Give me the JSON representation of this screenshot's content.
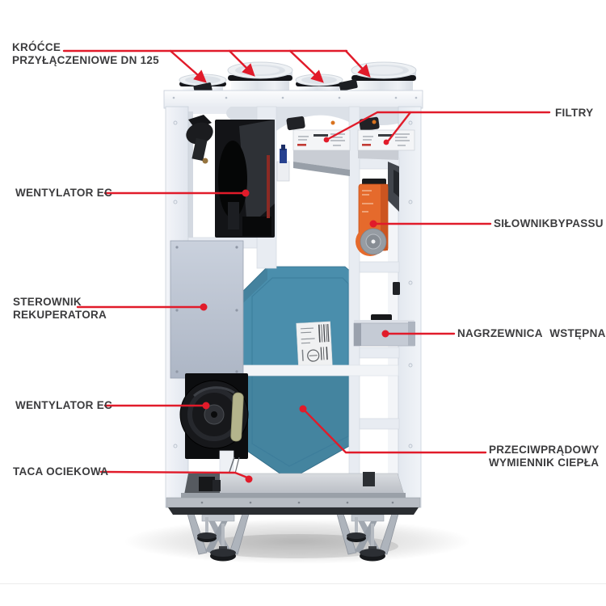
{
  "figure": {
    "type": "technical cutaway diagram",
    "subject": "Rekuperator - heat recovery ventilation unit with labeled internal components",
    "background": "#ffffff"
  },
  "colors": {
    "callout_red": "#e11b2a",
    "label_text": "#3c3c3e",
    "exchanger_teal": "#4a8eac",
    "actuator_orange": "#e56a2c",
    "cabinet_light": "#edf0f5"
  },
  "labels": {
    "kroccie": {
      "line1": "KRÓĆCE",
      "line2": "PRZYŁĄCZENIOWE DN 125"
    },
    "filtry": {
      "line1": "FILTRY"
    },
    "wentylator_gorny": {
      "line1": "WENTYLATOR EC"
    },
    "silownik_bypassu": {
      "line1": "SIŁOWNIKBYPASSU"
    },
    "sterownik": {
      "line1": "STEROWNIK",
      "line2": "REKUPERATORA"
    },
    "nagrzewnica": {
      "line1": "NAGRZEWNICA WSTĘPNA"
    },
    "wentylator_dolny": {
      "line1": "WENTYLATOR EC"
    },
    "przeciwpradowy": {
      "line1": "PRZECIWPRĄDOWY",
      "line2": "WYMIENNIK CIEPŁA"
    },
    "taca": {
      "line1": "TACA OCIEKOWA"
    }
  }
}
